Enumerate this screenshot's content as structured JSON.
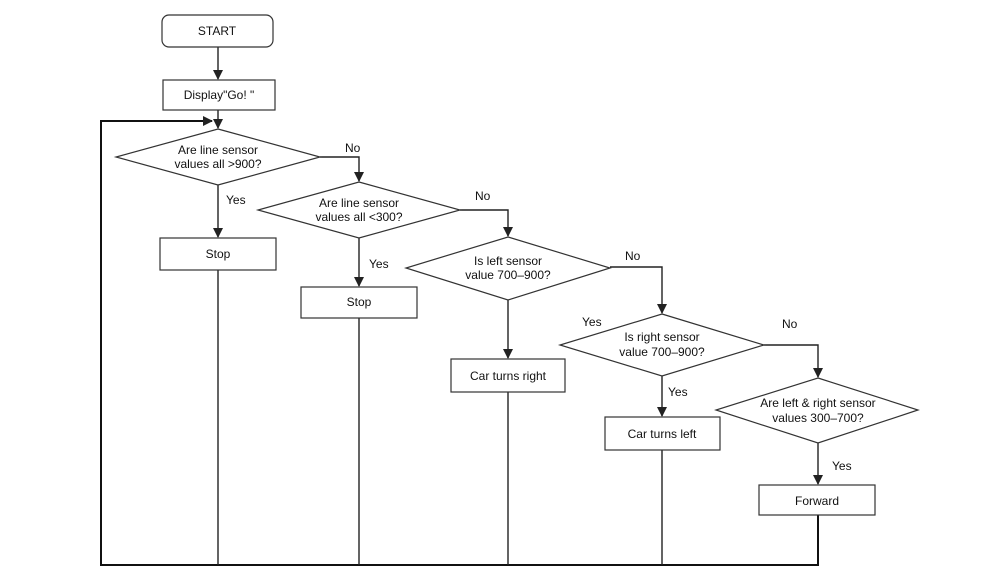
{
  "flowchart": {
    "start": "START",
    "display": "Display\"Go!  \"",
    "decision_all_above": [
      "Are line sensor",
      "values all >900?"
    ],
    "decision_all_below": [
      "Are line sensor",
      "values all <300?"
    ],
    "decision_left": [
      "Is left sensor",
      "value 700–900?"
    ],
    "decision_right": [
      "Is right sensor",
      "value 700–900?"
    ],
    "decision_both": [
      "Are left & right sensor",
      "values 300–700?"
    ],
    "stop_1": "Stop",
    "stop_2": "Stop",
    "turn_right": "Car turns right",
    "turn_left": "Car turns left",
    "forward": "Forward",
    "edge_labels": {
      "yes_1": "Yes",
      "no_1": "No",
      "yes_2": "Yes",
      "no_2": "No",
      "yes_3": "Yes",
      "no_3": "No",
      "yes_4": "Yes",
      "no_4": "No",
      "yes_5": "Yes"
    }
  }
}
